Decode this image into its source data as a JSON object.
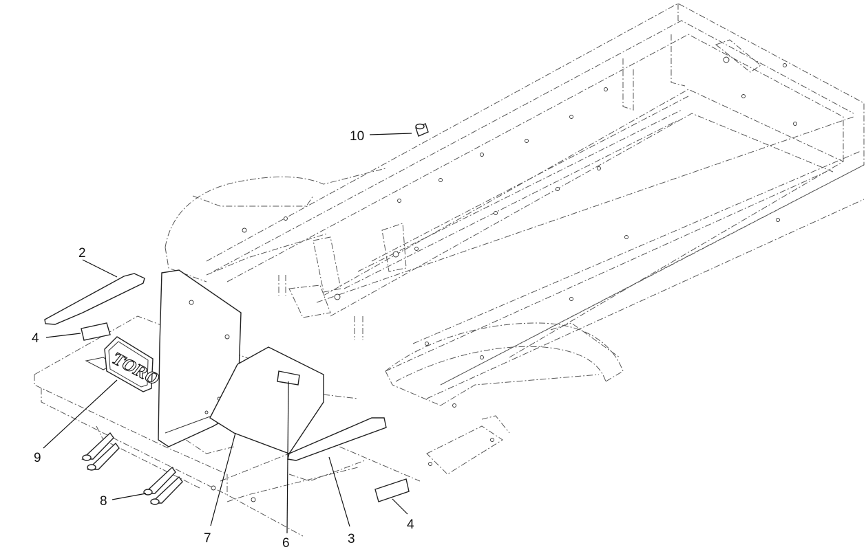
{
  "callouts": {
    "c2": "2",
    "c3": "3",
    "c4a": "4",
    "c4b": "4",
    "c6": "6",
    "c7": "7",
    "c8": "8",
    "c9": "9",
    "c10": "10"
  },
  "logo": {
    "text": "TORO"
  }
}
